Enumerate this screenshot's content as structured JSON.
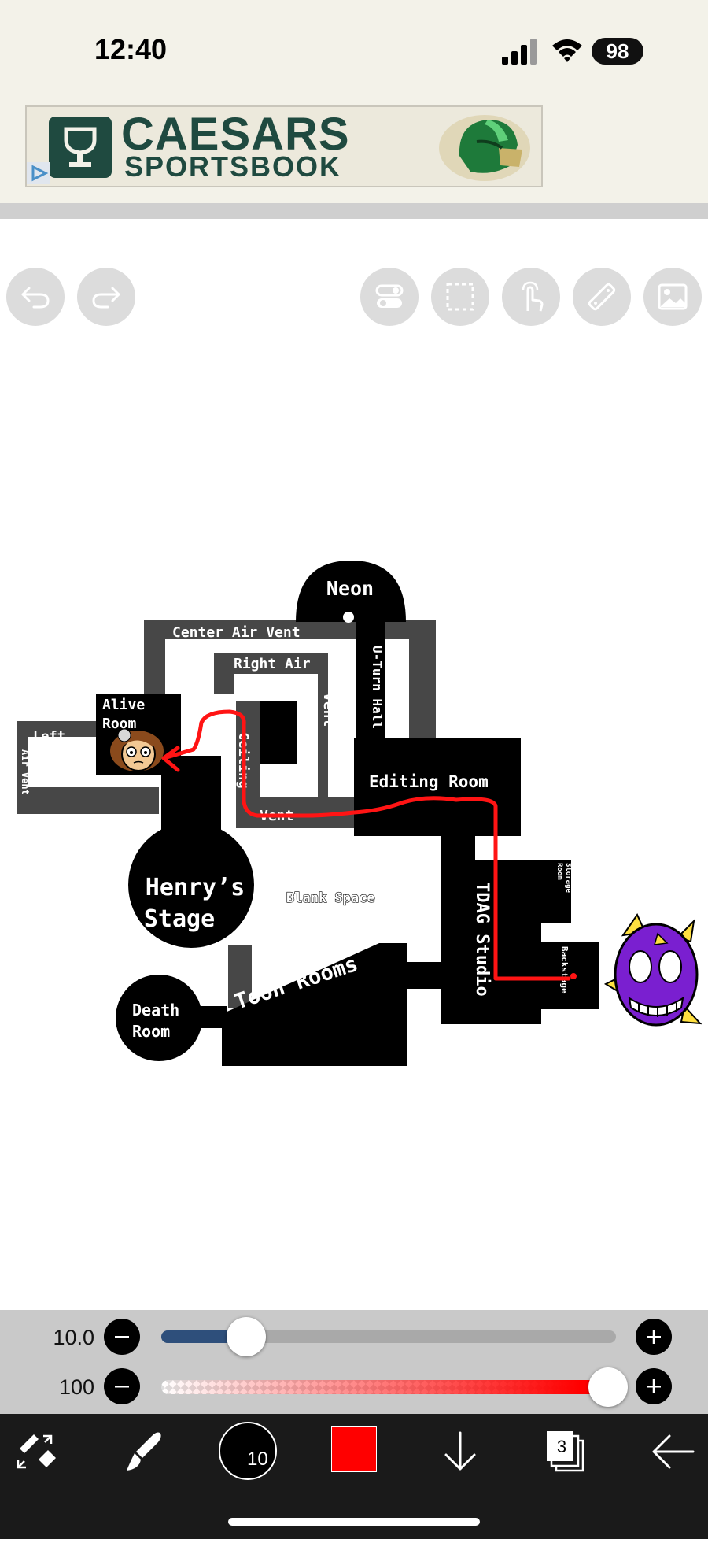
{
  "status_bar": {
    "time": "12:40",
    "battery": "98"
  },
  "ad": {
    "brand": "CAESARS",
    "subtitle": "SPORTSBOOK"
  },
  "toolbar": {
    "icons": [
      "undo-icon",
      "redo-icon",
      "toggle-icon",
      "selection-icon",
      "touch-icon",
      "ruler-icon",
      "image-icon"
    ]
  },
  "map": {
    "labels": {
      "neon": "Neon",
      "center_air_vent": "Center Air Vent",
      "right_air": "Right Air",
      "vent_vertical": "Vent",
      "u_turn_hall": "U-Turn Hall",
      "alive": "Alive",
      "room": "Room",
      "left": "Left",
      "air_vent": "Air Vent",
      "ceiling": "Ceiling",
      "vent": "Vent",
      "editing_room": "Editing Room",
      "henrys": "Henry’s",
      "stage": "Stage",
      "blank_space": "Blank Space",
      "tdag_studio": "TDAG Studio",
      "storage": "Storage",
      "storage_room": "Room",
      "backstage": "Backstage",
      "toon_rooms": "Toon Rooms",
      "death": "Death",
      "death_room": "Room"
    },
    "path_color": "#ff0000"
  },
  "sliders": {
    "brush_size": {
      "label": "10.0",
      "value_fraction": 0.175
    },
    "opacity": {
      "label": "100",
      "value_fraction": 1.0
    }
  },
  "bottom_bar": {
    "brush_size_badge": "10",
    "current_color": "#ff0000",
    "layers_count": "3"
  }
}
